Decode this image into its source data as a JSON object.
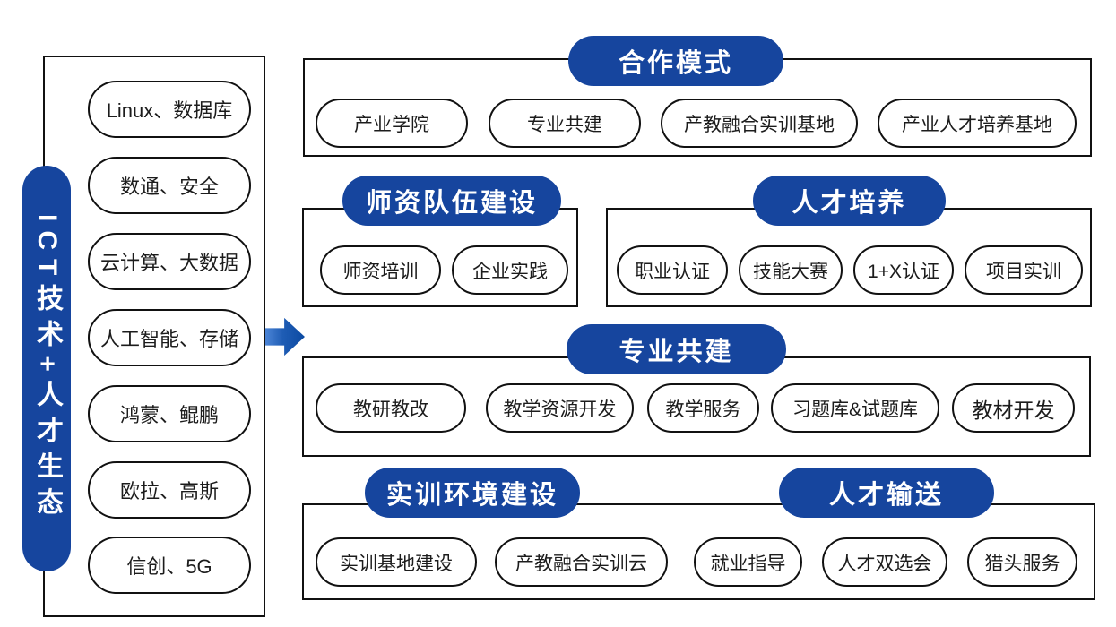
{
  "diagram": {
    "accent_color": "#16459E",
    "outline_color": "#111111",
    "arrow_icon": "right-arrow",
    "left_panel": {
      "title": "ICT技术+人才生态",
      "items": [
        "Linux、数据库",
        "数通、安全",
        "云计算、大数据",
        "人工智能、存储",
        "鸿蒙、鲲鹏",
        "欧拉、高斯",
        "信创、5G"
      ]
    },
    "sections": [
      {
        "title": "合作模式",
        "items": [
          "产业学院",
          "专业共建",
          "产教融合实训基地",
          "产业人才培养基地"
        ]
      },
      {
        "title": "师资队伍建设",
        "items": [
          "师资培训",
          "企业实践"
        ]
      },
      {
        "title": "人才培养",
        "items": [
          "职业认证",
          "技能大赛",
          "1+X认证",
          "项目实训"
        ]
      },
      {
        "title": "专业共建",
        "items": [
          "教研教改",
          "教学资源开发",
          "教学服务",
          "习题库&试题库",
          "教材开发"
        ]
      },
      {
        "title": "实训环境建设",
        "items": [
          "实训基地建设",
          "产教融合实训云"
        ]
      },
      {
        "title": "人才输送",
        "items": [
          "就业指导",
          "人才双选会",
          "猎头服务"
        ]
      }
    ]
  }
}
